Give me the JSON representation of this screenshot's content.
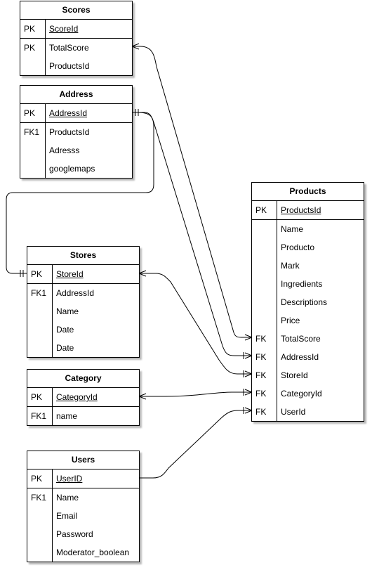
{
  "entities": [
    {
      "id": "scores",
      "name": "Scores",
      "primary": {
        "key": "PK",
        "field": "ScoreId"
      },
      "fields": [
        {
          "key": "PK",
          "field": "TotalScore"
        },
        {
          "key": "",
          "field": "ProductsId"
        }
      ]
    },
    {
      "id": "address",
      "name": "Address",
      "primary": {
        "key": "PK",
        "field": "AddressId"
      },
      "fields": [
        {
          "key": "FK1",
          "field": "ProductsId"
        },
        {
          "key": "",
          "field": "Adresss"
        },
        {
          "key": "",
          "field": "googlemaps"
        }
      ]
    },
    {
      "id": "stores",
      "name": "Stores",
      "primary": {
        "key": "PK",
        "field": "StoreId"
      },
      "fields": [
        {
          "key": "FK1",
          "field": "AddressId"
        },
        {
          "key": "",
          "field": "Name"
        },
        {
          "key": "",
          "field": "Date"
        },
        {
          "key": "",
          "field": "Date"
        }
      ]
    },
    {
      "id": "category",
      "name": "Category",
      "primary": {
        "key": "PK",
        "field": "CategoryId"
      },
      "fields": [
        {
          "key": "FK1",
          "field": "name"
        }
      ]
    },
    {
      "id": "users",
      "name": "Users",
      "primary": {
        "key": "PK",
        "field": "UserID"
      },
      "fields": [
        {
          "key": "FK1",
          "field": "Name"
        },
        {
          "key": "",
          "field": "Email"
        },
        {
          "key": "",
          "field": "Password"
        },
        {
          "key": "",
          "field": "Moderator_boolean"
        }
      ]
    },
    {
      "id": "products",
      "name": "Products",
      "primary": {
        "key": "PK",
        "field": "ProductsId"
      },
      "fields": [
        {
          "key": "",
          "field": "Name"
        },
        {
          "key": "",
          "field": "Producto"
        },
        {
          "key": "",
          "field": "Mark"
        },
        {
          "key": "",
          "field": "Ingredients"
        },
        {
          "key": "",
          "field": "Descriptions"
        },
        {
          "key": "",
          "field": "Price"
        },
        {
          "key": "FK",
          "field": "TotalScore"
        },
        {
          "key": "FK",
          "field": "AddressId"
        },
        {
          "key": "FK",
          "field": "StoreId"
        },
        {
          "key": "FK",
          "field": "CategoryId"
        },
        {
          "key": "FK",
          "field": "UserId"
        }
      ]
    }
  ],
  "relationships": [
    {
      "from": "Scores.TotalScore",
      "to": "Products.TotalScore",
      "from_end": "many",
      "to_end": "many"
    },
    {
      "from": "Address.AddressId",
      "to": "Products.AddressId",
      "from_end": "one-and-only-one",
      "to_end": "one-or-many"
    },
    {
      "from": "Address.AddressId",
      "to": "Stores.StoreId",
      "from_end": "one-and-only-one",
      "to_end": "one-and-only-one"
    },
    {
      "from": "Stores.StoreId",
      "to": "Products.StoreId",
      "from_end": "many",
      "to_end": "one-or-many"
    },
    {
      "from": "Category.CategoryId",
      "to": "Products.CategoryId",
      "from_end": "many",
      "to_end": "one-or-many"
    },
    {
      "from": "Users.UserID",
      "to": "Products.UserId",
      "from_end": "none",
      "to_end": "one-or-many"
    }
  ]
}
